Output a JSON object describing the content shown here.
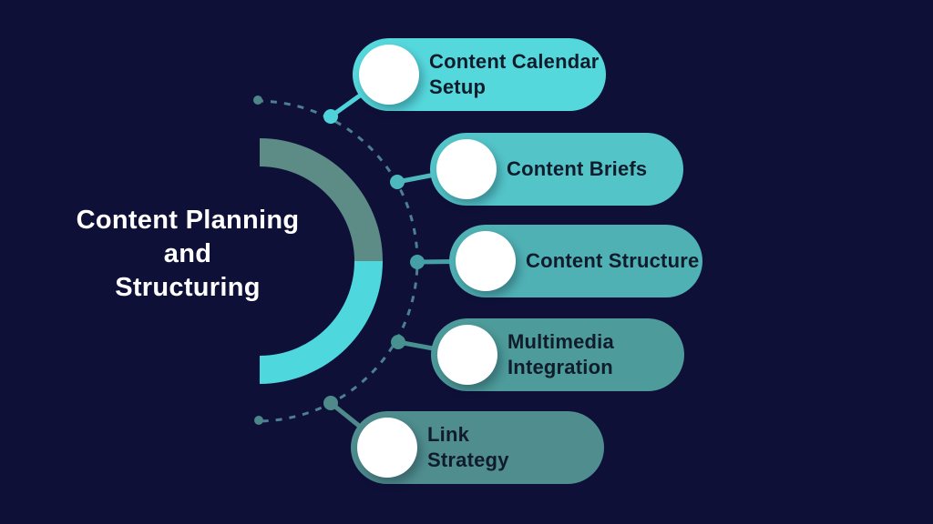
{
  "title": {
    "line1": "Content Planning",
    "line2": "and",
    "line3": "Structuring"
  },
  "pills": [
    {
      "line1": "Content Calendar",
      "line2": "Setup",
      "color": "#55d8dc",
      "connector": "#4fd3da"
    },
    {
      "line1": "Content Briefs",
      "color": "#53c5c9",
      "connector": "#4db8bd"
    },
    {
      "line1": "Content Structure",
      "color": "#4fb1b4",
      "connector": "#44a0a6"
    },
    {
      "line1": "Multimedia",
      "line2": "Integration",
      "color": "#4d9b9a",
      "connector": "#479290"
    },
    {
      "line1": "Link",
      "line2": "Strategy",
      "color": "#4f8d8e",
      "connector": "#4d8a89"
    }
  ],
  "colors": {
    "background": "#0e1038",
    "arc_top": "#5d8b85",
    "arc_bottom": "#4ed7dc",
    "dashed_arc": "#4d7f92",
    "end_dot": "#4d8688",
    "title_text": "#ffffff",
    "pill_text": "#101c2b"
  }
}
